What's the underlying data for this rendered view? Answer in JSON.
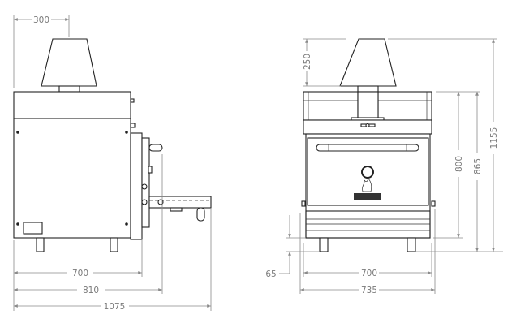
{
  "side_view": {
    "dimensions": {
      "hood_offset": "300",
      "body_depth": "700",
      "depth_with_handle": "810",
      "depth_with_tray": "1075"
    }
  },
  "front_view": {
    "dimensions": {
      "hood_height": "250",
      "body_height": "800",
      "height_with_legs": "865",
      "total_height": "1155",
      "leg_height": "65",
      "body_width": "700",
      "total_width": "735"
    }
  },
  "colors": {
    "dimension_lines": "#8a8a8a",
    "outline": "#222222"
  }
}
